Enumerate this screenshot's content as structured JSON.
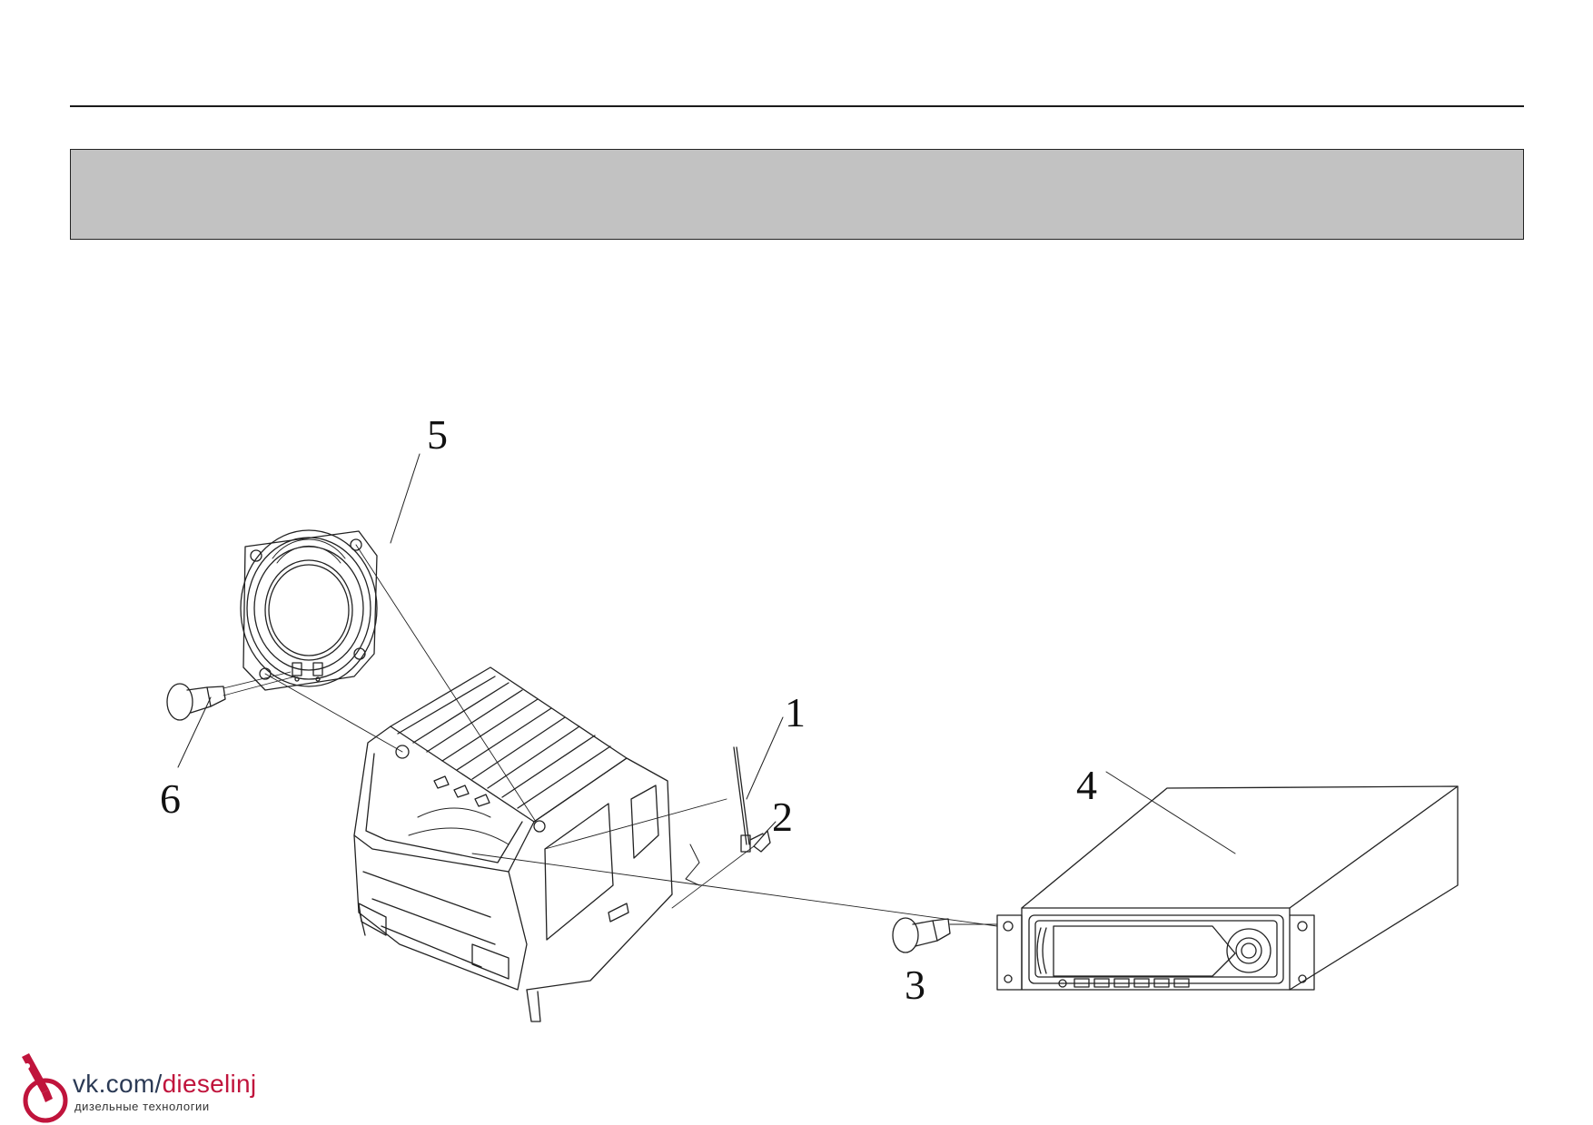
{
  "diagram": {
    "callouts": [
      {
        "id": "1",
        "label": "1"
      },
      {
        "id": "2",
        "label": "2"
      },
      {
        "id": "3",
        "label": "3"
      },
      {
        "id": "4",
        "label": "4"
      },
      {
        "id": "5",
        "label": "5"
      },
      {
        "id": "6",
        "label": "6"
      }
    ],
    "parts": [
      "antenna",
      "antenna-lead",
      "speaker-plug",
      "radio-unit",
      "speaker",
      "speaker-plug"
    ]
  },
  "header": {
    "banner_color": "#c2c2c2"
  },
  "watermark": {
    "prefix": "vk.com/",
    "highlight": "dieselinj",
    "subtitle": "дизельные технологии",
    "brand_color": "#c0143c"
  }
}
